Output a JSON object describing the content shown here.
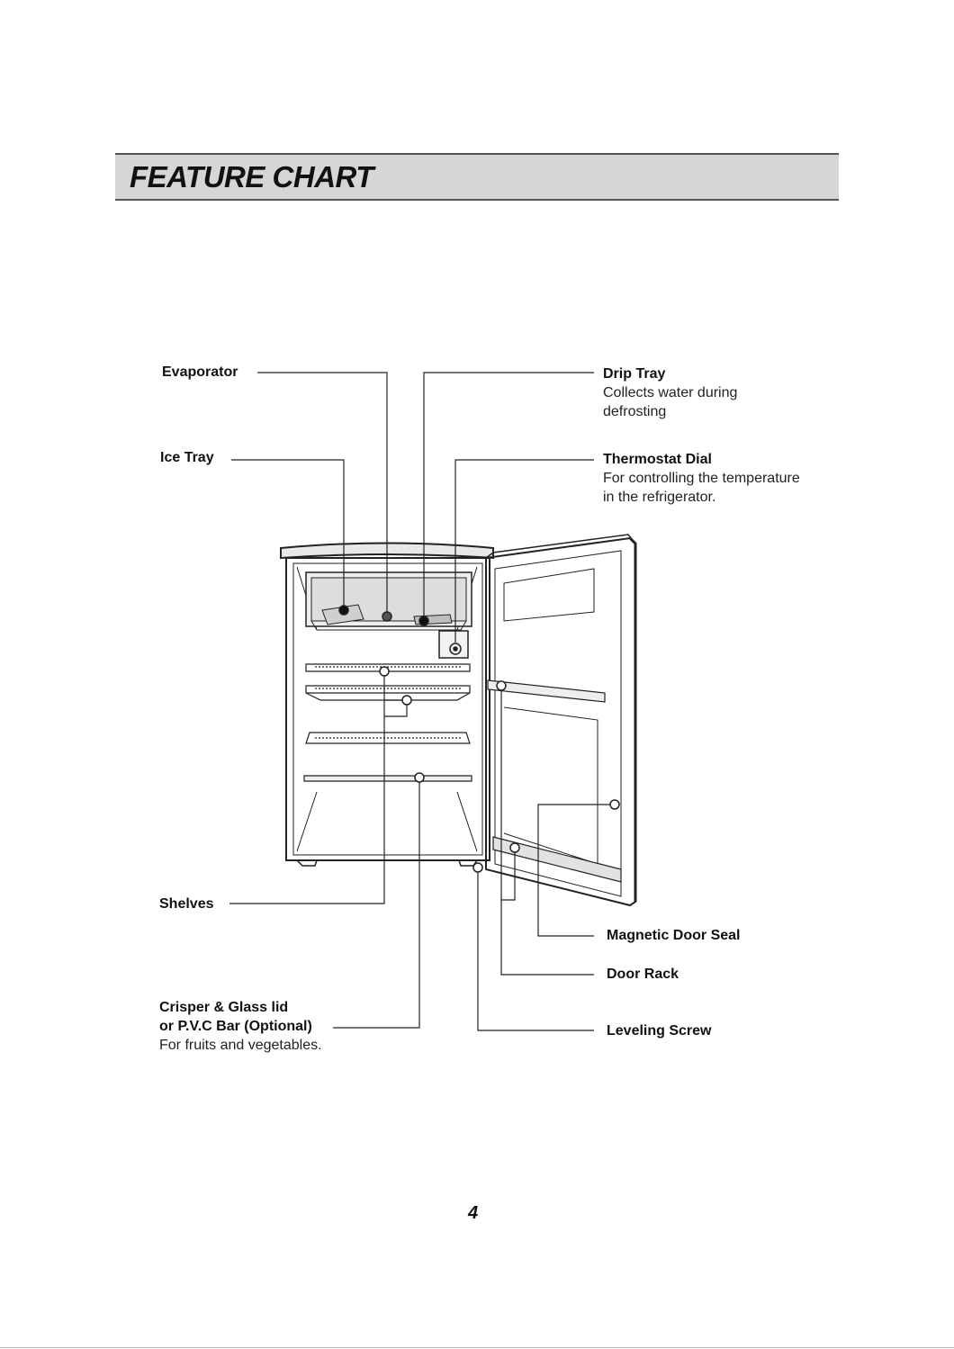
{
  "header": {
    "title": "FEATURE CHART"
  },
  "labels": {
    "evaporator": {
      "name": "Evaporator"
    },
    "ice_tray": {
      "name": "Ice Tray"
    },
    "drip_tray": {
      "name": "Drip Tray",
      "desc1": "Collects water during",
      "desc2": "defrosting"
    },
    "thermostat": {
      "name": "Thermostat Dial",
      "desc1": "For controlling the temperature",
      "desc2": "in the refrigerator."
    },
    "shelves": {
      "name": "Shelves"
    },
    "crisper": {
      "name1": "Crisper & Glass lid",
      "name2": "or P.V.C Bar (Optional)",
      "desc": "For fruits and vegetables."
    },
    "door_seal": {
      "name": "Magnetic Door Seal"
    },
    "door_rack": {
      "name": "Door Rack"
    },
    "leveling_screw": {
      "name": "Leveling Screw"
    }
  },
  "footer": {
    "page_number": "4"
  }
}
